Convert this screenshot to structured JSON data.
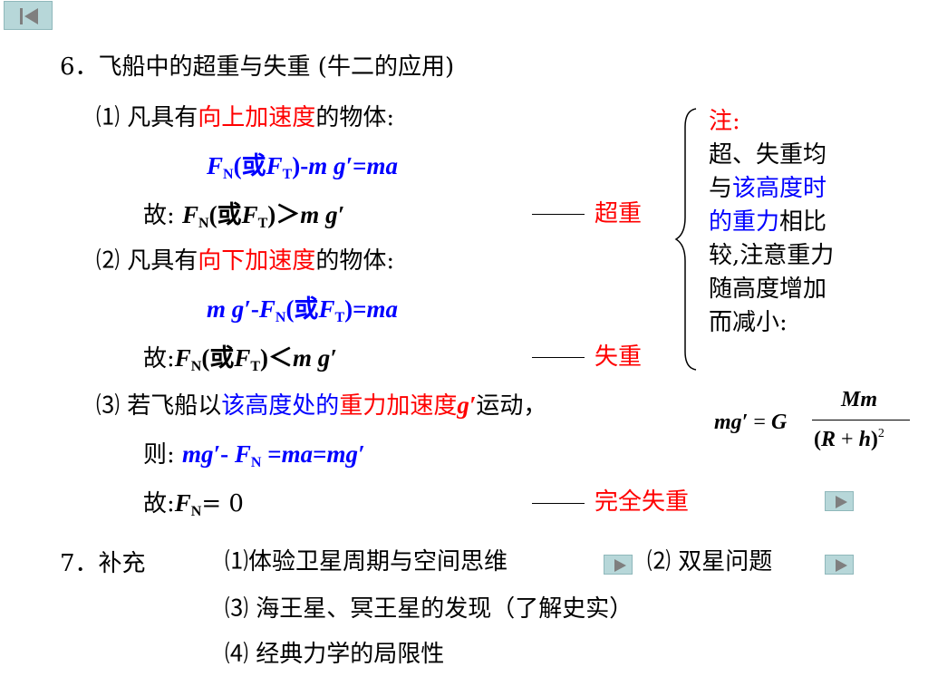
{
  "section6": {
    "title": "6．飞船中的超重与失重 (牛二的应用)",
    "item1": {
      "label": "⑴",
      "pre": "凡具有",
      "highlight": "向上加速度",
      "post": "的物体:",
      "eq_lhs_F": "F",
      "eq_sub_N": "N",
      "eq_paren_open": "(或",
      "eq_sub_T": "T",
      "eq_rest": ")-",
      "eq_m": "m",
      "eq_g": "g′",
      "eq_eq": "=",
      "eq_ma": "ma",
      "conclusion_prefix": "故:",
      "conclusion_rel": ")＞",
      "label_result": "超重"
    },
    "item2": {
      "label": "⑵",
      "pre": "凡具有",
      "highlight": "向下加速度",
      "post": "的物体:",
      "eq_m": "m",
      "eq_g": "g′",
      "eq_minus": "-",
      "eq_tail": ")=",
      "eq_ma": "ma",
      "conclusion_prefix": "故:",
      "conclusion_rel": ")＜",
      "label_result": "失重"
    },
    "item3": {
      "label": "⑶",
      "pre": "若飞船以",
      "blue_text": "该高度处的",
      "red_text": "重力加速度",
      "red_g": "g′",
      "post": "运动，",
      "then_prefix": "则:",
      "then_eq_a": "m",
      "then_eq_b": "g′",
      "then_eq_c": "- ",
      "then_eq_d": "F",
      "then_eq_sub": "N",
      "then_eq_e": " =",
      "then_eq_f": "ma",
      "then_eq_g": "=",
      "then_eq_h": "mg′",
      "conclusion_prefix": "故:",
      "conclusion_F": "F",
      "conclusion_sub": "N",
      "conclusion_rest": "= 0",
      "label_result": "完全失重"
    },
    "common": {
      "F": "F",
      "N": "N",
      "or_open": "(或",
      "T": "T",
      "m": "m",
      "g": "g′"
    }
  },
  "note": {
    "title": "注:",
    "line1": "超、失重均",
    "line2_a": "与",
    "line2_b": "该高度时",
    "line3_a": "的重力",
    "line3_b": "相比",
    "line4": "较,注意重力",
    "line5": "随高度增加",
    "line6": "而减小:",
    "formula": {
      "lhs": "mg′",
      "eq": "=",
      "G": "G",
      "num": "Mm",
      "den_open": "(",
      "den_R": "R",
      "den_plus": "+",
      "den_h": "h",
      "den_close": ")",
      "den_exp": "2"
    }
  },
  "section7": {
    "title": "7．补充",
    "item1": "⑴体验卫星周期与空间思维",
    "item2": "⑵ 双星问题",
    "item3": "⑶ 海王星、冥王星的发现（了解史实）",
    "item4": "⑷ 经典力学的局限性"
  },
  "nav": {
    "first_icon": "first-slide-icon",
    "play_icon": "play-icon"
  },
  "colors": {
    "highlight_red": "#ff0000",
    "highlight_blue": "#0000ff",
    "button_bg": "#b7d7d9"
  }
}
